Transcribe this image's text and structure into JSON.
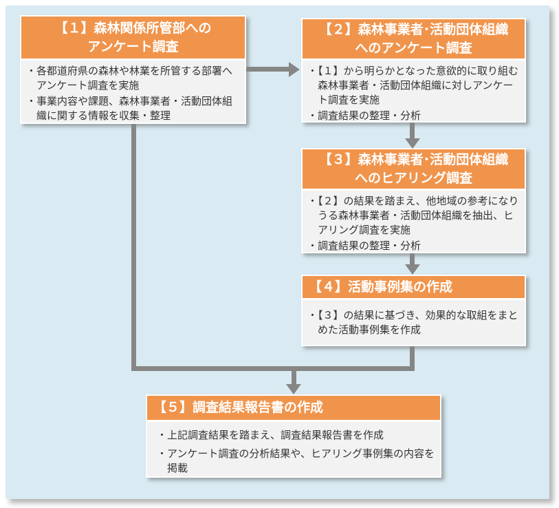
{
  "diagram": {
    "kind": "process-flowchart",
    "language": "ja"
  },
  "colors": {
    "panel_bg": "#d9eaf2",
    "header_bg": "#f0944c",
    "body_bg": "#f2f2f2",
    "arrow": "#868686",
    "text": "#333333",
    "header_text": "#ffffff"
  },
  "boxes": [
    {
      "id": "step-1",
      "title_lines": [
        "【１】森林関係所管部への",
        "アンケート調査"
      ],
      "bullets": [
        "・各都道府県の森林や林業を所管する部署へアンケート調査を実施",
        "・事業内容や課題、森林事業者・活動団体組織に関する情報を収集・整理"
      ]
    },
    {
      "id": "step-2",
      "title_lines": [
        "【２】森林事業者･活動団体組織",
        "へのアンケート調査"
      ],
      "bullets": [
        "・【１】から明らかとなった意欲的に取り組む森林事業者・活動団体組織に対しアンケート調査を実施",
        "・調査結果の整理・分析"
      ]
    },
    {
      "id": "step-3",
      "title_lines": [
        "【３】森林事業者･活動団体組織",
        "へのヒアリング調査"
      ],
      "bullets": [
        "・【２】の結果を踏まえ、他地域の参考になりうる森林事業者・活動団体組織を抽出、ヒアリング調査を実施",
        "・調査結果の整理・分析"
      ]
    },
    {
      "id": "step-4",
      "title_lines": [
        "【４】活動事例集の作成"
      ],
      "bullets": [
        "・【３】の結果に基づき、効果的な取組をまとめた活動事例集を作成"
      ]
    },
    {
      "id": "step-5",
      "title_lines": [
        "【５】調査結果報告書の作成"
      ],
      "bullets": [
        "・上記調査結果を踏まえ、調査結果報告書を作成",
        "・アンケート調査の分析結果や、ヒアリング事例集の内容を掲載"
      ]
    }
  ],
  "connectors": [
    {
      "id": "arrow-step1-to-step2",
      "from": "step-1",
      "to": "step-2",
      "type": "arrow-right"
    },
    {
      "id": "arrow-step2-to-step3",
      "from": "step-2",
      "to": "step-3",
      "type": "arrow-down"
    },
    {
      "id": "arrow-step3-to-step4",
      "from": "step-3",
      "to": "step-4",
      "type": "arrow-down"
    },
    {
      "id": "elbow-step1-step4-to-step5",
      "from": "step-1,step-4",
      "to": "step-5",
      "type": "elbow-merge-arrow-down"
    }
  ]
}
